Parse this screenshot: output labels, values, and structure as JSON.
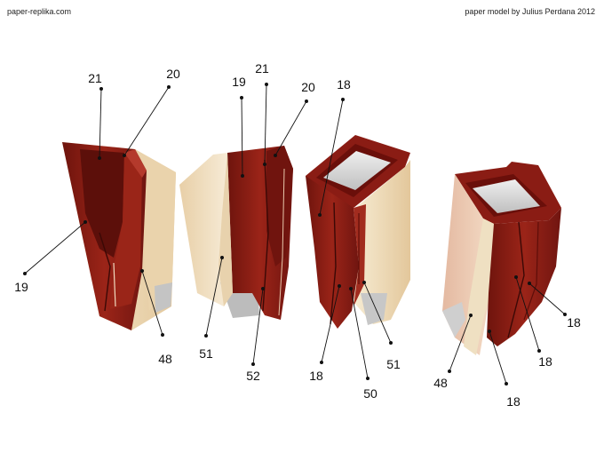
{
  "header": {
    "left": "paper-replika.com",
    "right": "paper model by Julius Perdana 2012"
  },
  "labels": {
    "p1_21": "21",
    "p1_20": "20",
    "p1_19": "19",
    "p1_48": "48",
    "p2_19": "19",
    "p2_21": "21",
    "p2_20": "20",
    "p2_51": "51",
    "p2_52": "52",
    "p3_18a": "18",
    "p3_18b": "18",
    "p3_50": "50",
    "p3_51": "51",
    "p4_48": "48",
    "p4_18a": "18",
    "p4_18b": "18",
    "p4_18c": "18"
  },
  "colors": {
    "red": "#8e1f16",
    "dark_red": "#5a0f0a",
    "cream": "#f3e3c2",
    "cream_shade": "#e2c79c",
    "grey": "#b9b9b9"
  }
}
